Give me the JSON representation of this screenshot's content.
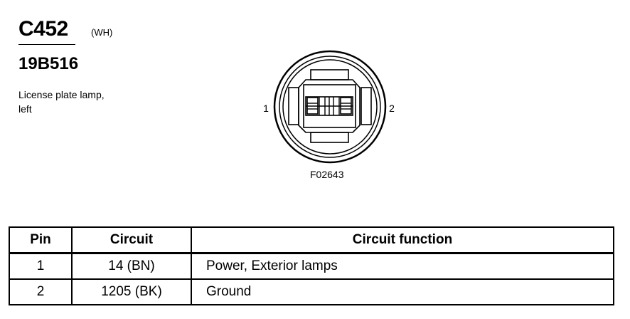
{
  "connector": {
    "id": "C452",
    "color": "(WH)",
    "part_number": "19B516",
    "description_line1": "License plate lamp,",
    "description_line2": "left"
  },
  "diagram": {
    "pin_left": "1",
    "pin_right": "2",
    "figure_code": "F02643"
  },
  "table": {
    "headers": {
      "pin": "Pin",
      "circuit": "Circuit",
      "function": "Circuit function"
    },
    "rows": [
      {
        "pin": "1",
        "circuit": "14 (BN)",
        "function": "Power, Exterior lamps"
      },
      {
        "pin": "2",
        "circuit": "1205 (BK)",
        "function": "Ground"
      }
    ]
  }
}
